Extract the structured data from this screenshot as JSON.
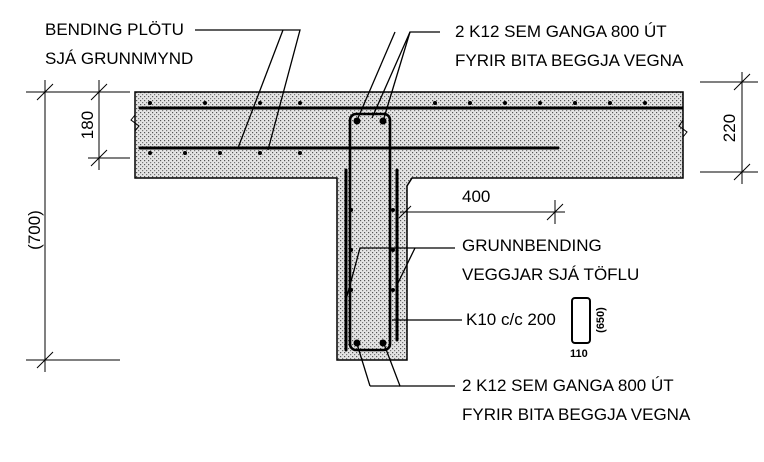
{
  "labels": {
    "slab_reinf_line1": "BENDING PLÖTU",
    "slab_reinf_line2": "SJÁ GRUNNMYND",
    "top_bars_line1": "2 K12 SEM GANGA 800 ÚT",
    "top_bars_line2": "FYRIR BITA BEGGJA VEGNA",
    "wall_reinf_line1": "GRUNNBENDING",
    "wall_reinf_line2": "VEGGJAR SJÁ TÖFLU",
    "stirrups": "K10 c/c 200",
    "bottom_bars_line1": "2 K12 SEM GANGA 800 ÚT",
    "bottom_bars_line2": "FYRIR BITA BEGGJA VEGNA"
  },
  "dimensions": {
    "total_depth": "(700)",
    "slab_left": "180",
    "slab_right": "220",
    "offset": "400",
    "stirrup_width": "110",
    "stirrup_height": "(650)"
  },
  "colors": {
    "line": "#000000",
    "concrete_dots": "#555555",
    "concrete_fill": "#d6d6d6"
  }
}
